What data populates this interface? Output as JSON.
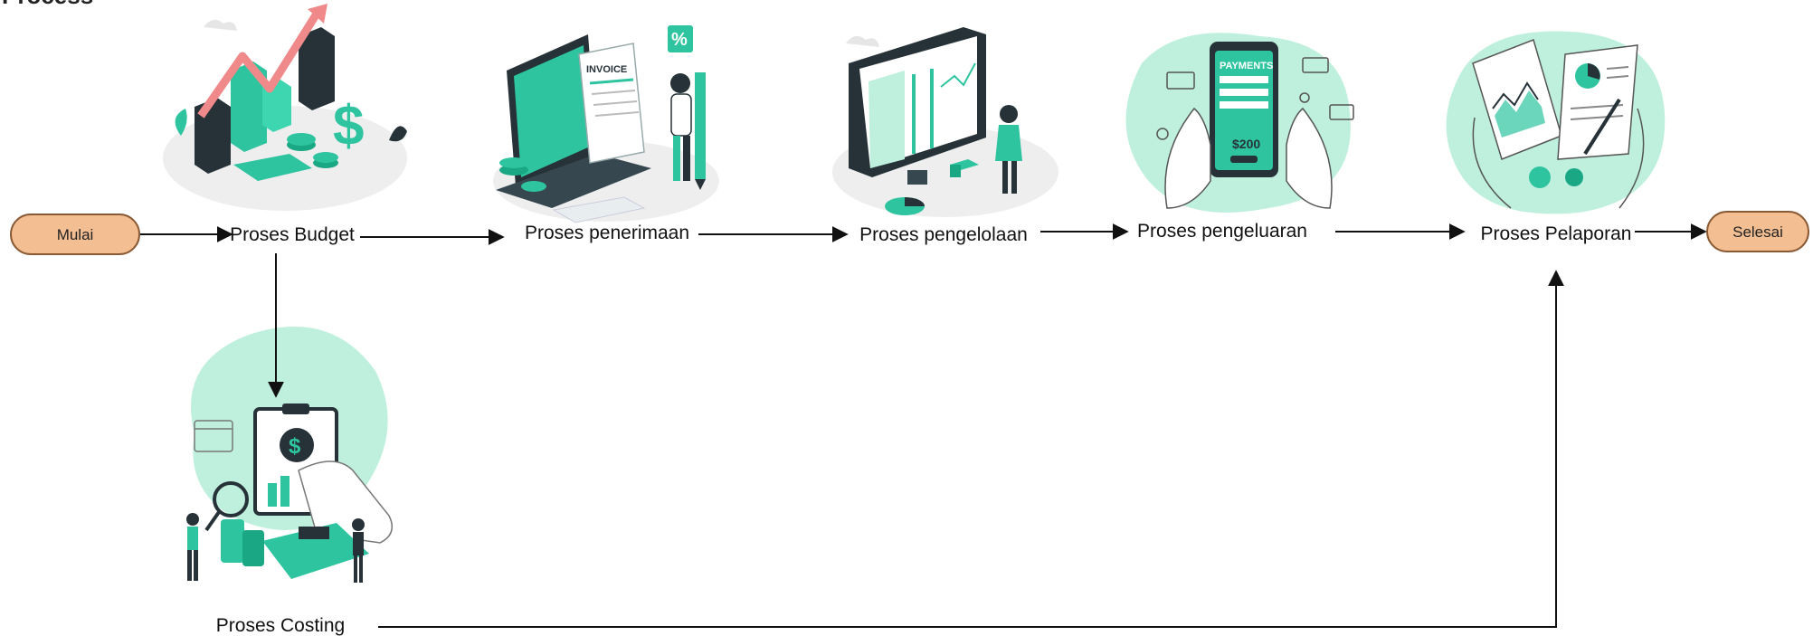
{
  "diagram": {
    "title": "Process",
    "start": "Mulai",
    "end": "Selesai",
    "steps": {
      "budget": "Proses Budget",
      "penerimaan": "Proses penerimaan",
      "pengelolaan": "Proses pengelolaan",
      "pengeluaran": "Proses pengeluaran",
      "pelaporan": "Proses Pelaporan",
      "costing": "Proses Costing"
    },
    "illustrations": {
      "budget": "finance-growth-illustration",
      "penerimaan": "invoice-laptop-illustration",
      "pengelolaan": "dashboard-monitor-illustration",
      "pengeluaran": "mobile-payment-illustration",
      "pelaporan": "financial-report-illustration",
      "costing": "calculator-receipt-illustration"
    },
    "payment_screen": {
      "header": "PAYMENTS",
      "amount": "$200"
    },
    "invoice_text": "INVOICE",
    "colors": {
      "accent": "#2ec4a0",
      "accent_light": "#bff0dd",
      "dark": "#263238",
      "terminal_fill": "#f4be93",
      "terminal_stroke": "#8a5a35",
      "line": "#111111"
    }
  }
}
